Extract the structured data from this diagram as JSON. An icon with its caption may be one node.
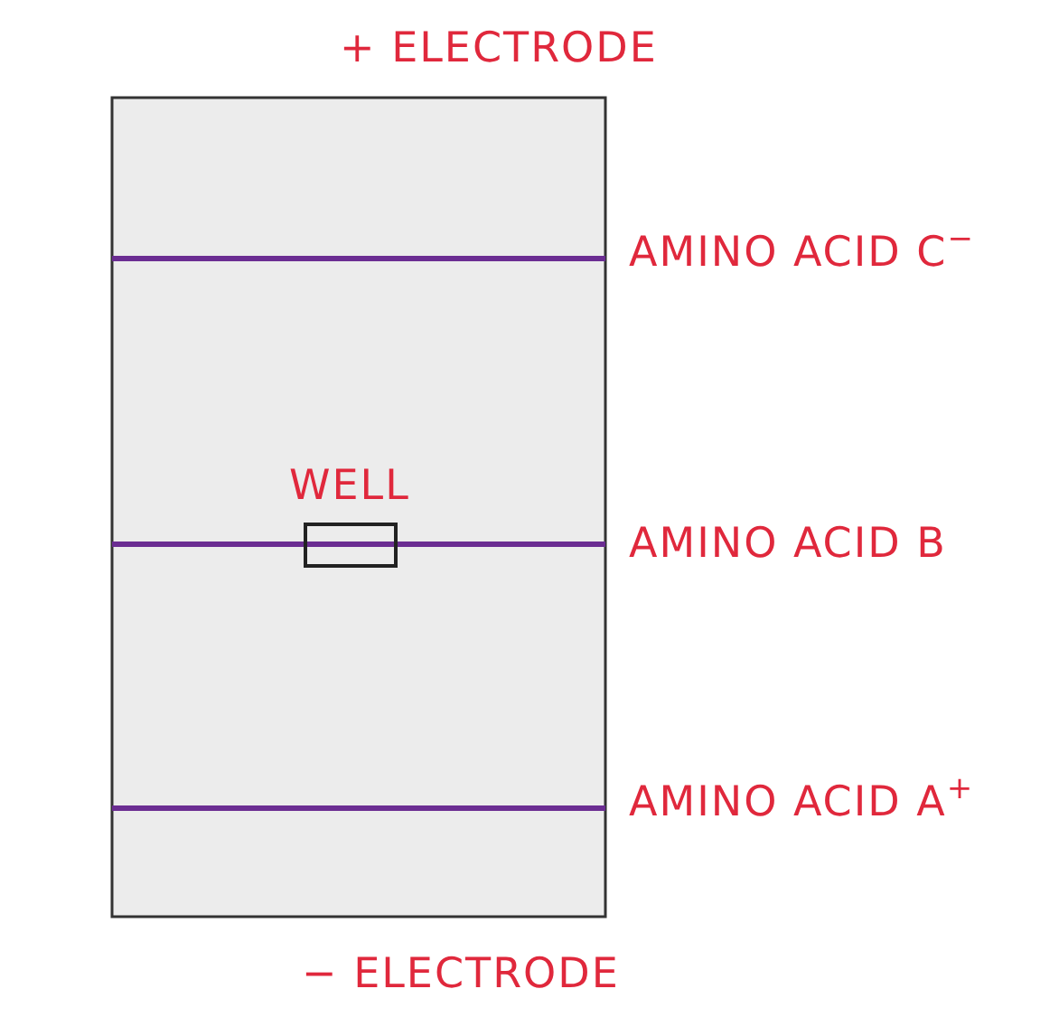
{
  "diagram": {
    "labels": [
      "+ ELECTRODE",
      "AMINO ACID C$^{−}$",
      "WELL",
      "AMINO ACID B",
      "AMINO ACID A$^{+}$",
      "− ELECTRODE"
    ]
  }
}
